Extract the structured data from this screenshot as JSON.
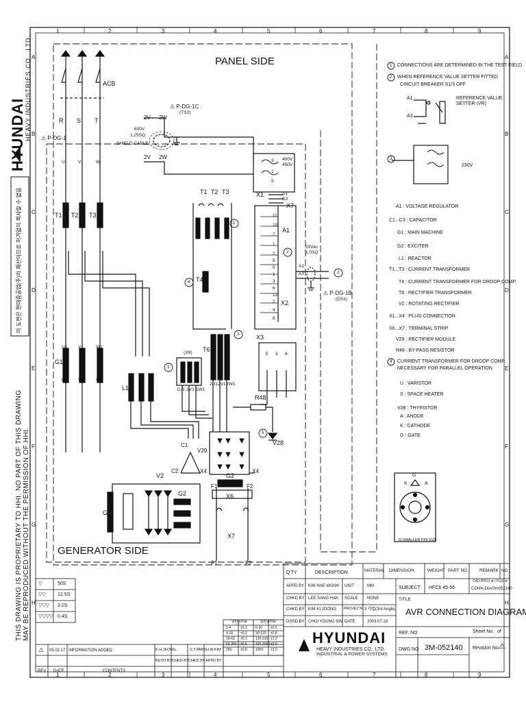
{
  "company": {
    "brand": "HYUNDAI",
    "name": "HEAVY INDUSTRIES CO., LTD.",
    "division": "INDUSTRIAL & POWER SYSTEMS",
    "korean_stamp": "이 도면은 현대중공업(주)의 재산이므로 허가없이 복사할 수 없음"
  },
  "proprietary": {
    "line1": "THIS DRAWING IS PROPRIETARY TO HHI.  NO PART OF THIS DRAWING",
    "line2": "MAY BE REPRODUCED WITHOUT THE PERMISSION OF HHI."
  },
  "grid": {
    "top": [
      "1",
      "2",
      "3",
      "4",
      "5",
      "6",
      "7",
      "8",
      "9"
    ],
    "bottom": [
      "1",
      "2",
      "3",
      "4",
      "5",
      "6",
      "7",
      "8",
      "9"
    ],
    "left": [
      "A",
      "B",
      "C",
      "D",
      "E",
      "F",
      "G",
      "H"
    ],
    "right": [
      "A",
      "B",
      "C",
      "D",
      "E",
      "F",
      "G",
      "H"
    ]
  },
  "diagram": {
    "panel_side": "PANEL SIDE",
    "generator_side": "GENERATOR SIDE",
    "acb": "ACB",
    "r": "R",
    "s": "S",
    "t": "T",
    "u": "U",
    "v": "V",
    "w": "W",
    "p_dg_1": "P-DG-1",
    "p_dg_1c": "P-DG-1C",
    "ts2": "(TS2)",
    "p_dg_1b": "P-DG-1B",
    "ds1": "(DS1)",
    "cable_600v": "600V",
    "cable_size": "1.25SQ",
    "shield_cable": "SHIELD CABLE",
    "twv_top": "2V",
    "tww_top": "2W",
    "twv_bot": "2V",
    "tww_bot": "2W",
    "t1": "T1",
    "t2": "T2",
    "t3": "T3",
    "t4": "T4",
    "t6": "T6",
    "x1": "X1",
    "x2": "X2",
    "x3": "X3",
    "x4": "X4",
    "x4b": "X4",
    "x6": "X6",
    "x7": "X7",
    "x7b": "X7",
    "a1": "A1",
    "v400": "400V",
    "v450": "450V",
    "s1": "S1",
    "s3": "S3",
    "v20": "20Vac",
    "sq10": "1.0SQ",
    "g1": "G1",
    "g1b": "G1",
    "g2": "G2",
    "g2b": "G2",
    "l1": "L1",
    "c1": "C1",
    "c2": "C2",
    "v29": "V29",
    "v28": "V28",
    "v2": "V2",
    "r48": "R48",
    "f1": "F1",
    "f2": "F2",
    "f1b": "F1",
    "f2b": "F2",
    "tbl_1n": "(1N)",
    "u1": "U1",
    "v1": "V1",
    "w1": "W1",
    "u2": "U2",
    "v2t": "V2",
    "w2": "W2",
    "tu1": "1U1",
    "tv1": "1V1",
    "tw1": "1W1",
    "tu2": "2U1",
    "tv2": "2V1",
    "tw2": "2W1",
    "term_3_top": "3",
    "term_1_top": "1",
    "term_5_top": "5",
    "a1_terms": [
      "11",
      "10",
      "7",
      "1",
      "2",
      "5",
      "9",
      "1",
      "3",
      "6",
      "12",
      "2",
      "4",
      "8"
    ],
    "x3_terms": [
      "5",
      "3",
      "6"
    ],
    "circ1": "1",
    "circ2": "2",
    "circ3": "3",
    "circ4": "4",
    "circ5": "5"
  },
  "notes": {
    "n1": "CONNECTIONS ARE DETERMINED IN THE TEST FIELD",
    "n2a": "WHEN REFERENCE VALUE SETTER FITTED",
    "n2b": "CIRCUIT BREAKER S1/3 OFF",
    "ref_setter_a": "REFERENCE VALUE",
    "ref_setter_b": "SETTER (VR)",
    "a1": "A1",
    "a3": "A3",
    "v230": "230V",
    "legend": [
      "A1 : VOLTAGE REGULATOR",
      "C1...C3 : CAPACITOR",
      "G1 : MAIN MACHINE",
      "G2 : EXCITER",
      "L1 : REACTOR",
      "T1...T3 : CURRENT TRANSFORMER",
      "T4 : CURRENT TRANSFORMER FOR DROOP COMP.",
      "T6 : RECTIFIER TRANSFORMER",
      "V2 : ROTATING RECTIFIER",
      "X1...X4 : PLUG CONNECTION",
      "X6...X7 : TERMINAL STRIP",
      "V29 : RECTIFIER MODULE",
      "R48 : BY-PASS RESISTOR",
      "CURRENT TRANSFORMER FOR DROOP COMP.",
      "NECESSARY FOR PARALLEL OPERATION",
      "U : VARISTOR",
      "S : SPACE HEATER"
    ],
    "v28_title": "V28 : THYRISTOR",
    "v28_a": "A : ANODE",
    "v28_k": "K : CATHODE",
    "v28_g": "G : GATE",
    "pin_caption": "G:SMALLER PIN SIZE",
    "pin_g": "G",
    "pin_k": "K",
    "pin_a": "A"
  },
  "title_block": {
    "qty": "Q'TY",
    "description": "DESCRIPTION",
    "material": "MATERIAL",
    "dimension": "DIMENSION",
    "weight": "WEIGHT",
    "part_no": "PART NO.",
    "remark": "REMARK",
    "no": "NO.",
    "appd_by": "APPD BY",
    "appd_name": "KIM HAE WOOK",
    "chkd_by": "CHKD BY",
    "chkd_name1": "LEE SANG HAK",
    "chkd_by2": "CHKD BY",
    "chkd_name2": "KIM KI JOONG",
    "dsnd_by": "DSND BY",
    "dsnd_name": "CHOI YOUNG SIN",
    "unit": "UNIT",
    "unit_val": "MM",
    "scale": "SCALE",
    "scale_val": "NONE",
    "projection": "PROJEC'N",
    "projection_val": "3 각법(3rd Angle)",
    "date": "DATE",
    "date_val": "2003.07.18",
    "subject": "SUBJECT",
    "subject_val": "HFC6 45-56",
    "cad": "CAD PROJ  ⊕  \\ FILE ⊕",
    "cad_file": "CONN-DIA/3m052140",
    "title_label": "TITLE",
    "title": "AVR CONNECTION DIAGRAM",
    "ref_no": "REF. NO",
    "dwg_no": "DWG NO",
    "dwg_val": "3M-052140",
    "sheet": "Sheet No.",
    "of": "of",
    "revision": "Revision No.",
    "tol_head1": "일반공차표",
    "tol_head2": "일반공차표",
    "tolerances": [
      [
        "1-4",
        "±0.1",
        "6-30",
        "±0.5"
      ],
      [
        "4-18",
        "±0.2",
        "30-120",
        "±0.8"
      ],
      [
        "18-63",
        "±0.3",
        "120-315",
        "±1.2"
      ],
      [
        "63-250",
        "±0.5",
        "315-1000",
        "±2.0"
      ],
      [
        "250-",
        "±0.8",
        "1000-",
        "±3.0"
      ]
    ],
    "surfaces": [
      {
        "sym": "▽",
        "val": "50S"
      },
      {
        "sym": "▽▽",
        "val": "12.5S"
      },
      {
        "sym": "▽▽▽",
        "val": "3.2S"
      },
      {
        "sym": "▽▽▽▽",
        "val": "0.4S"
      }
    ],
    "rev_row": {
      "mark": "⚠",
      "date": "05.02.17",
      "content": "INFORMATION ADDED",
      "revd": "K.H.JEONG",
      "chkd": "-",
      "chkd2": "S.T.PARK",
      "appd": "H.W.KIM"
    },
    "revd_by": "REVD BY",
    "chkd_by_h": "CHKD BY",
    "chkd_by_h2": "CHKD BY",
    "appd_by_h": "APPD BY",
    "rev": "REV",
    "date_h": "DATE",
    "contents": "CONTENTS"
  }
}
